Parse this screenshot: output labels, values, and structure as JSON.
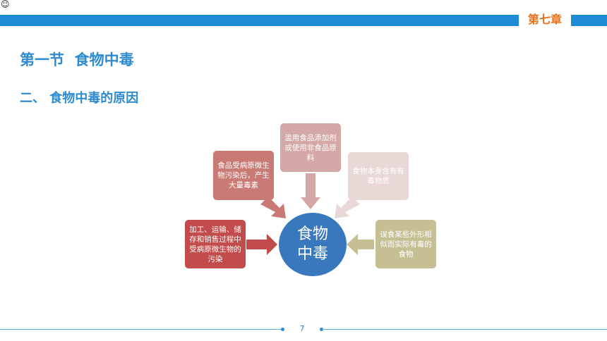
{
  "header": {
    "chapter": "第七章",
    "corner_icon": "smiley-face-icon"
  },
  "section_title": "第一节  食物中毒",
  "sub_title": "二、 食物中毒的原因",
  "diagram": {
    "center": "食物中毒",
    "causes": {
      "top": "滥用食品添加剂或使用非食品原料",
      "upper_left": "食品受病原微生物污染后，产生大量毒素",
      "upper_right": "食物本身含有有毒物质",
      "left": "加工、运输、储存和销售过程中受病原微生物的污染",
      "right": "误食某些外形相似而实际有毒的食物"
    },
    "colors": {
      "top": "#d4a8a6",
      "upper_left": "#c97a74",
      "upper_right": "#e8d8d6",
      "left": "#c24b4b",
      "right": "#c6bf94",
      "center": "#3a78be"
    }
  },
  "footer": {
    "page_number": "7"
  }
}
